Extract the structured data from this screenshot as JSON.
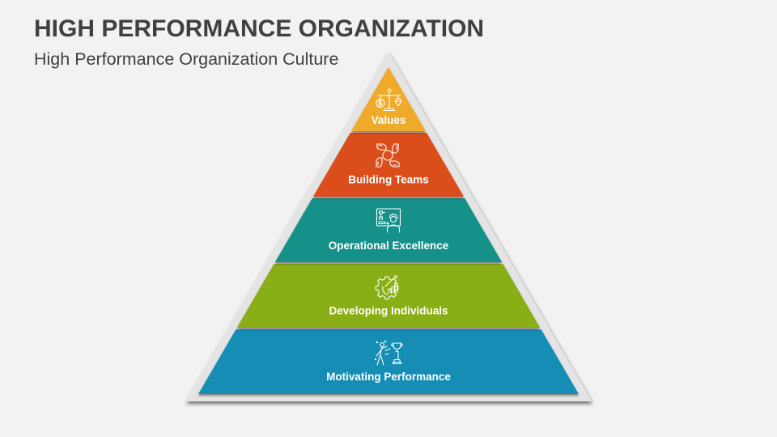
{
  "slide": {
    "title": "HIGH PERFORMANCE ORGANIZATION",
    "subtitle": "High Performance Organization Culture"
  },
  "pyramid": {
    "frame_color": "#E4E4E4",
    "levels": [
      {
        "label": "Values",
        "icon": "balance-scale-icon",
        "color": "#F0AA2B"
      },
      {
        "label": "Building Teams",
        "icon": "team-hands-circle-icon",
        "color": "#DC4E1B"
      },
      {
        "label": "Operational Excellence",
        "icon": "engineer-monitor-icon",
        "color": "#139189"
      },
      {
        "label": "Developing Individuals",
        "icon": "gear-growth-chart-icon",
        "color": "#8AAE14"
      },
      {
        "label": "Motivating Performance",
        "icon": "person-trophy-icon",
        "color": "#128DB5"
      }
    ]
  }
}
